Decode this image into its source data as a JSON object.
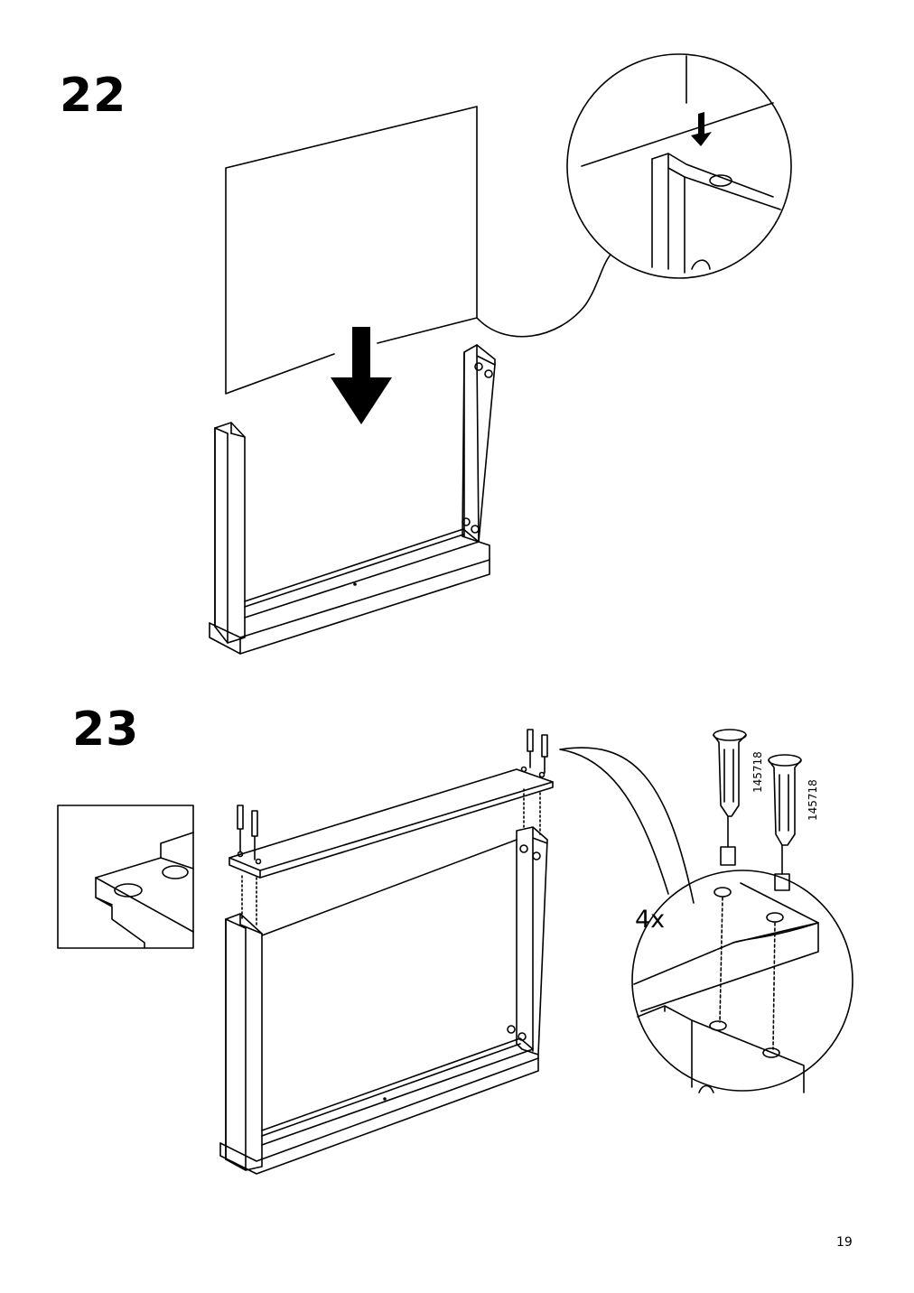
{
  "steps": [
    {
      "number": "22"
    },
    {
      "number": "23",
      "quantity": "4x",
      "part_numbers": [
        "145718",
        "145718"
      ]
    }
  ],
  "page_number": "19",
  "colors": {
    "line": "#000000",
    "background": "#ffffff"
  }
}
